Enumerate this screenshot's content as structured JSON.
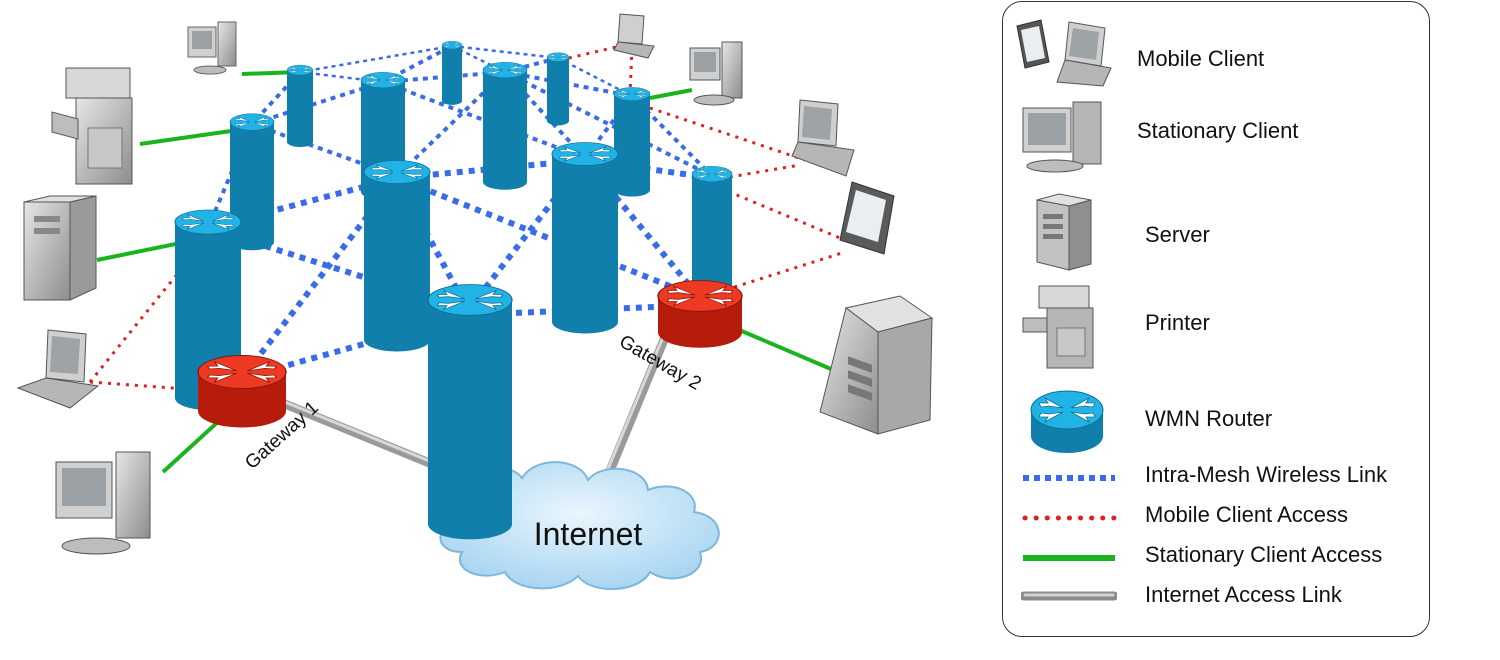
{
  "diagram": {
    "gateway1_label": "Gateway 1",
    "gateway2_label": "Gateway 2",
    "internet_label": "Internet"
  },
  "legend": {
    "items": [
      {
        "label": "Mobile Client",
        "icon": "mobile-client-icon"
      },
      {
        "label": "Stationary Client",
        "icon": "stationary-client-icon"
      },
      {
        "label": "Server",
        "icon": "server-icon"
      },
      {
        "label": "Printer",
        "icon": "printer-icon"
      },
      {
        "label": "WMN Router",
        "icon": "wmn-router-icon"
      },
      {
        "label": "Intra-Mesh Wireless Link",
        "icon": "intra-mesh-link-line"
      },
      {
        "label": "Mobile Client Access",
        "icon": "mobile-access-line"
      },
      {
        "label": "Stationary Client Access",
        "icon": "stationary-access-line"
      },
      {
        "label": "Internet Access Link",
        "icon": "internet-link-line"
      }
    ]
  },
  "colors": {
    "router": "#1aa7dc",
    "gateway": "#e8321c",
    "intra_mesh": "#3a6be8",
    "mobile_access": "#e02020",
    "stationary_access": "#19b41e",
    "internet_link": "#a8a8a8",
    "cloud": "#bfe2f7"
  }
}
